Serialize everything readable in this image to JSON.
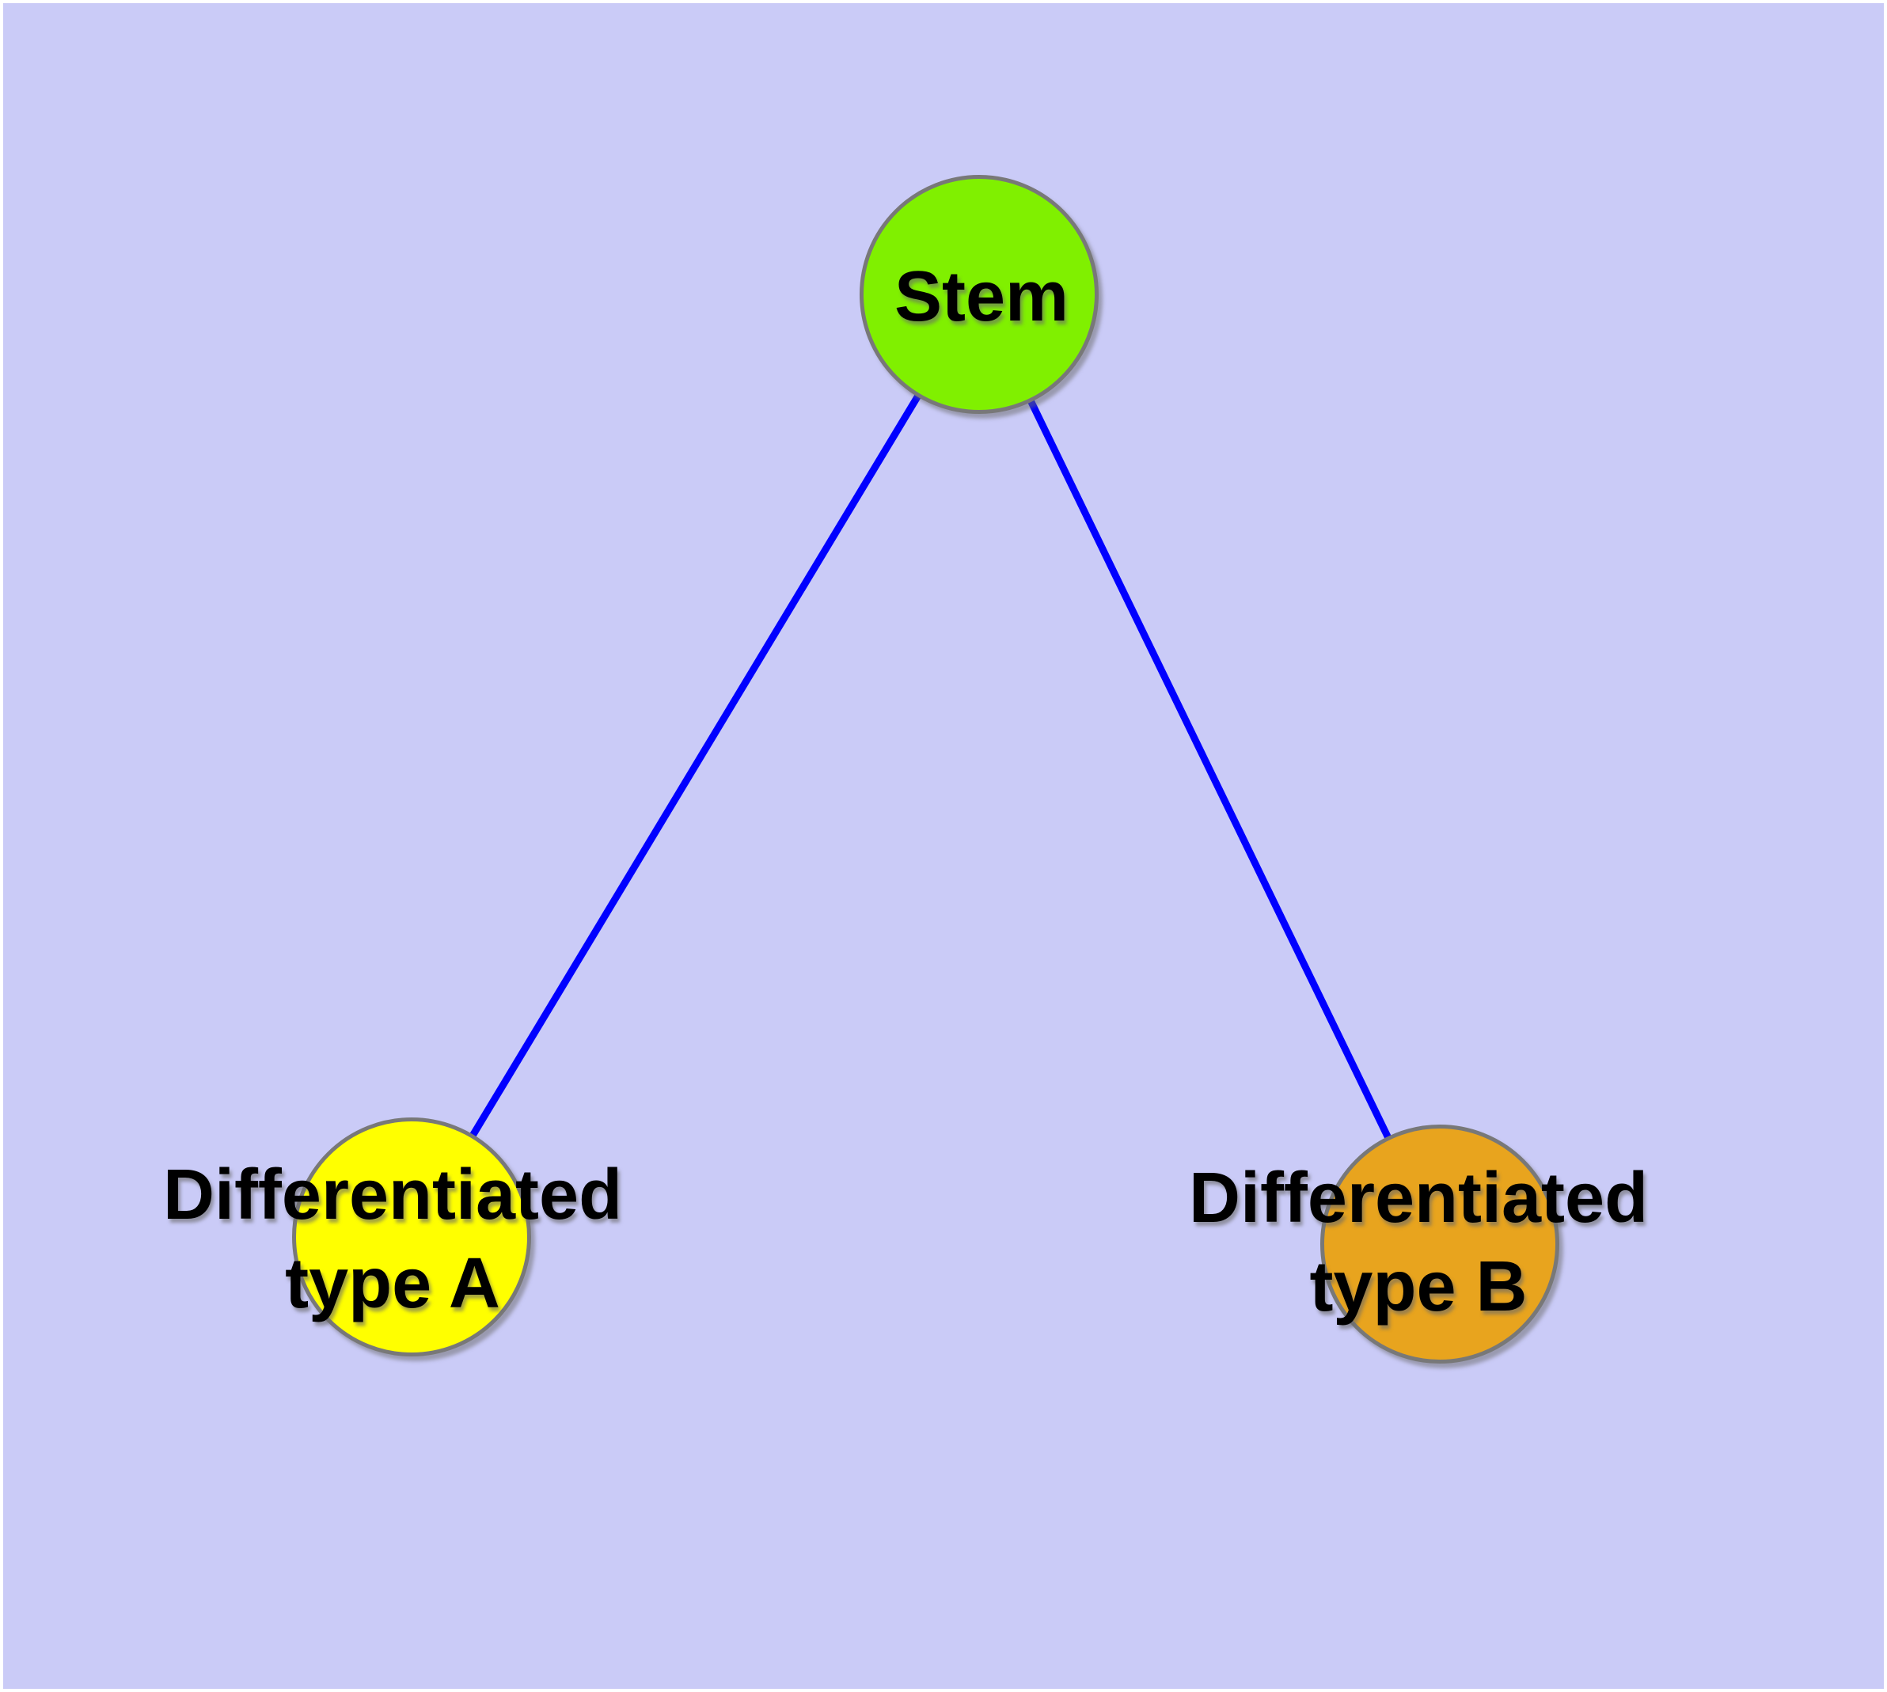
{
  "figure": {
    "background_color": "#CACBF7",
    "frame_color": "#FFFFFF"
  },
  "graph": {
    "type": "node-link-diagram",
    "edge_color": "#0000FF",
    "node_border_color": "#787878",
    "nodes": [
      {
        "id": "stem",
        "label_lines": [
          "Stem"
        ],
        "color": "#80F000"
      },
      {
        "id": "differentiated-type-a",
        "label_lines": [
          "Differentiated",
          "type A"
        ],
        "color": "#FFFF00"
      },
      {
        "id": "differentiated-type-b",
        "label_lines": [
          "Differentiated",
          "type B"
        ],
        "color": "#E8A41E"
      }
    ],
    "edges": [
      {
        "from": "stem",
        "to": "differentiated-type-a"
      },
      {
        "from": "stem",
        "to": "differentiated-type-b"
      }
    ]
  }
}
